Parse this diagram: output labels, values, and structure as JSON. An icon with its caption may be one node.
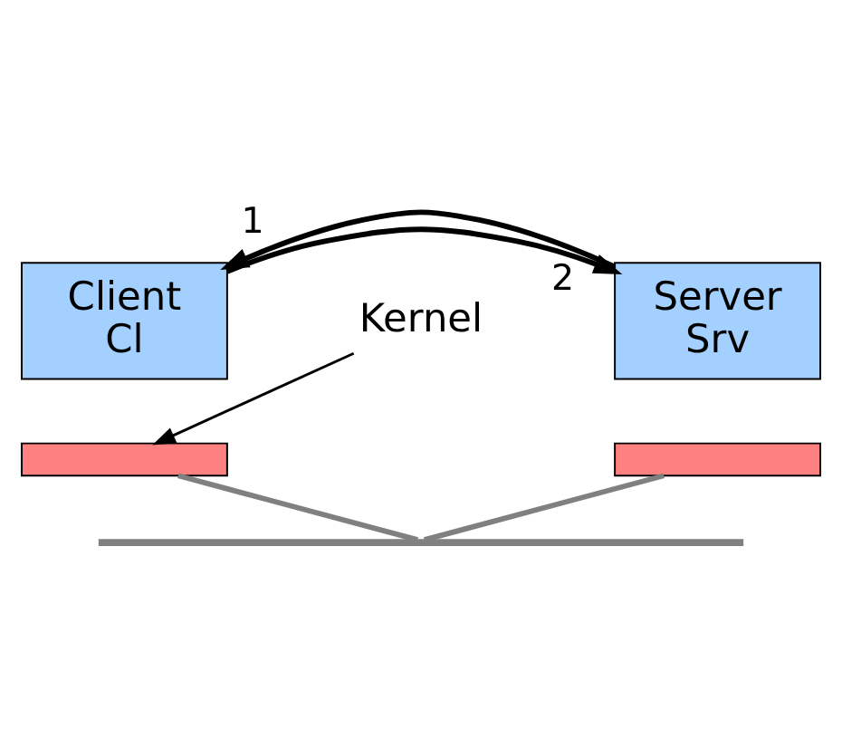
{
  "diagram": {
    "nodes": [
      {
        "text": [
          "Client",
          "Cl"
        ]
      },
      {
        "text": [],
        "shape": "bar"
      },
      {
        "text": [
          "Server",
          "Srv"
        ]
      },
      {
        "text": [],
        "shape": "bar"
      },
      {
        "text": [
          "Kernel"
        ]
      },
      {
        "text": [],
        "shape": "bar"
      }
    ],
    "edges": [
      {
        "from": 0,
        "to": 2,
        "arrow": "to",
        "label": "1"
      },
      {
        "from": 2,
        "to": 0,
        "arrow": "to",
        "label": "2"
      },
      {
        "from": 4,
        "to": 1,
        "arrow": "to"
      },
      {
        "from": 1,
        "to": 5,
        "arrow": "none",
        "color": "#808080"
      },
      {
        "from": 3,
        "to": 5,
        "arrow": "none",
        "color": "#808080"
      }
    ]
  }
}
